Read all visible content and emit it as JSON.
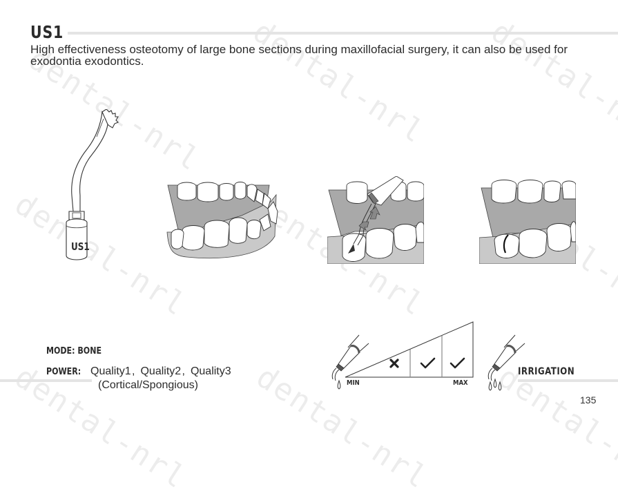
{
  "page": {
    "title": "US1",
    "description": "High effectiveness osteotomy of large bone sections during maxillofacial surgery, it can also be used for exodontia exodontics.",
    "page_number": "135"
  },
  "tip_illustration": {
    "engraved_label": "US1"
  },
  "illustrations": [
    {
      "name": "open-jaw",
      "description": "Open jaw showing upper and lower teeth"
    },
    {
      "name": "tip-sectioning-tooth",
      "description": "Ultrasonic tip cutting a lower molar with arrows showing motion"
    },
    {
      "name": "sectioned-tooth",
      "description": "Lower molar split after osteotomy"
    }
  ],
  "settings": {
    "mode_label": "MODE: BONE",
    "power_label": "POWER:",
    "power_values": "Quality1 , Quality2 , Quality3",
    "power_note": "(Cortical/Spongious)"
  },
  "irrigation_scale": {
    "min_label": "MIN",
    "max_label": "MAX",
    "label": "IRRIGATION",
    "levels": [
      {
        "level": 1,
        "symbol": "cross-icon",
        "allowed": false
      },
      {
        "level": 2,
        "symbol": "check-icon",
        "allowed": true
      },
      {
        "level": 3,
        "symbol": "check-icon",
        "allowed": true
      }
    ]
  },
  "watermark": {
    "text": "dental-nrl"
  },
  "colors": {
    "text": "#2b2b2b",
    "rule": "#e4e4e4",
    "gum_dark": "#a9a9a9",
    "gum_light": "#c9c9c9"
  }
}
